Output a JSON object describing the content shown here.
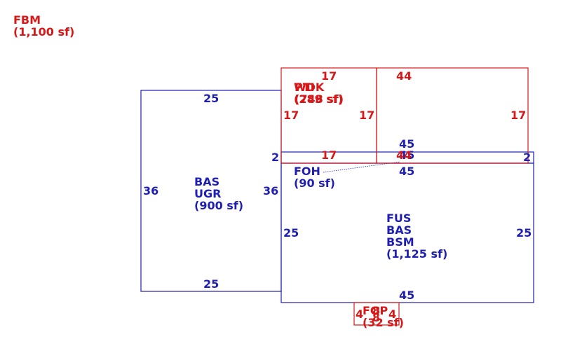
{
  "colors": {
    "blue": "#1f1fb4",
    "red": "#d81818"
  },
  "areas": {
    "fbm": {
      "codes": [
        "FBM"
      ],
      "area": "(1,100 sf)"
    },
    "bas_ugr": {
      "codes": [
        "BAS",
        "UGR"
      ],
      "area": "(900 sf)"
    },
    "foh": {
      "codes": [
        "FOH"
      ],
      "area": "(90 sf)"
    },
    "fus_bas_bsm": {
      "codes": [
        "FUS",
        "BAS",
        "BSM"
      ],
      "area": "(1,125 sf)"
    },
    "wdk": {
      "codes": [
        "WDK"
      ],
      "area": "(289 sf)"
    },
    "pti": {
      "codes": [
        "PTI"
      ],
      "area": "(748 sf)"
    },
    "fop": {
      "codes": [
        "FOP"
      ],
      "area": "(32 sf)"
    }
  },
  "dimensions": {
    "bas_top": "25",
    "bas_left": "36",
    "bas_right": "36",
    "bas_bottom": "25",
    "fus_top": "45",
    "fus_top_inner": "45",
    "fus_left": "25",
    "fus_right": "25",
    "fus_bottom": "45",
    "foh_top": "45",
    "foh_left": "2",
    "foh_right": "2",
    "wdk_top": "17",
    "wdk_left": "17",
    "wdk_right": "17",
    "wdk_bottom": "17",
    "pti_top": "44",
    "pti_right": "17",
    "pti_bottom": "44",
    "fop_left": "4",
    "fop_top": "8",
    "fop_right": "4",
    "fop_bottom": "8"
  }
}
